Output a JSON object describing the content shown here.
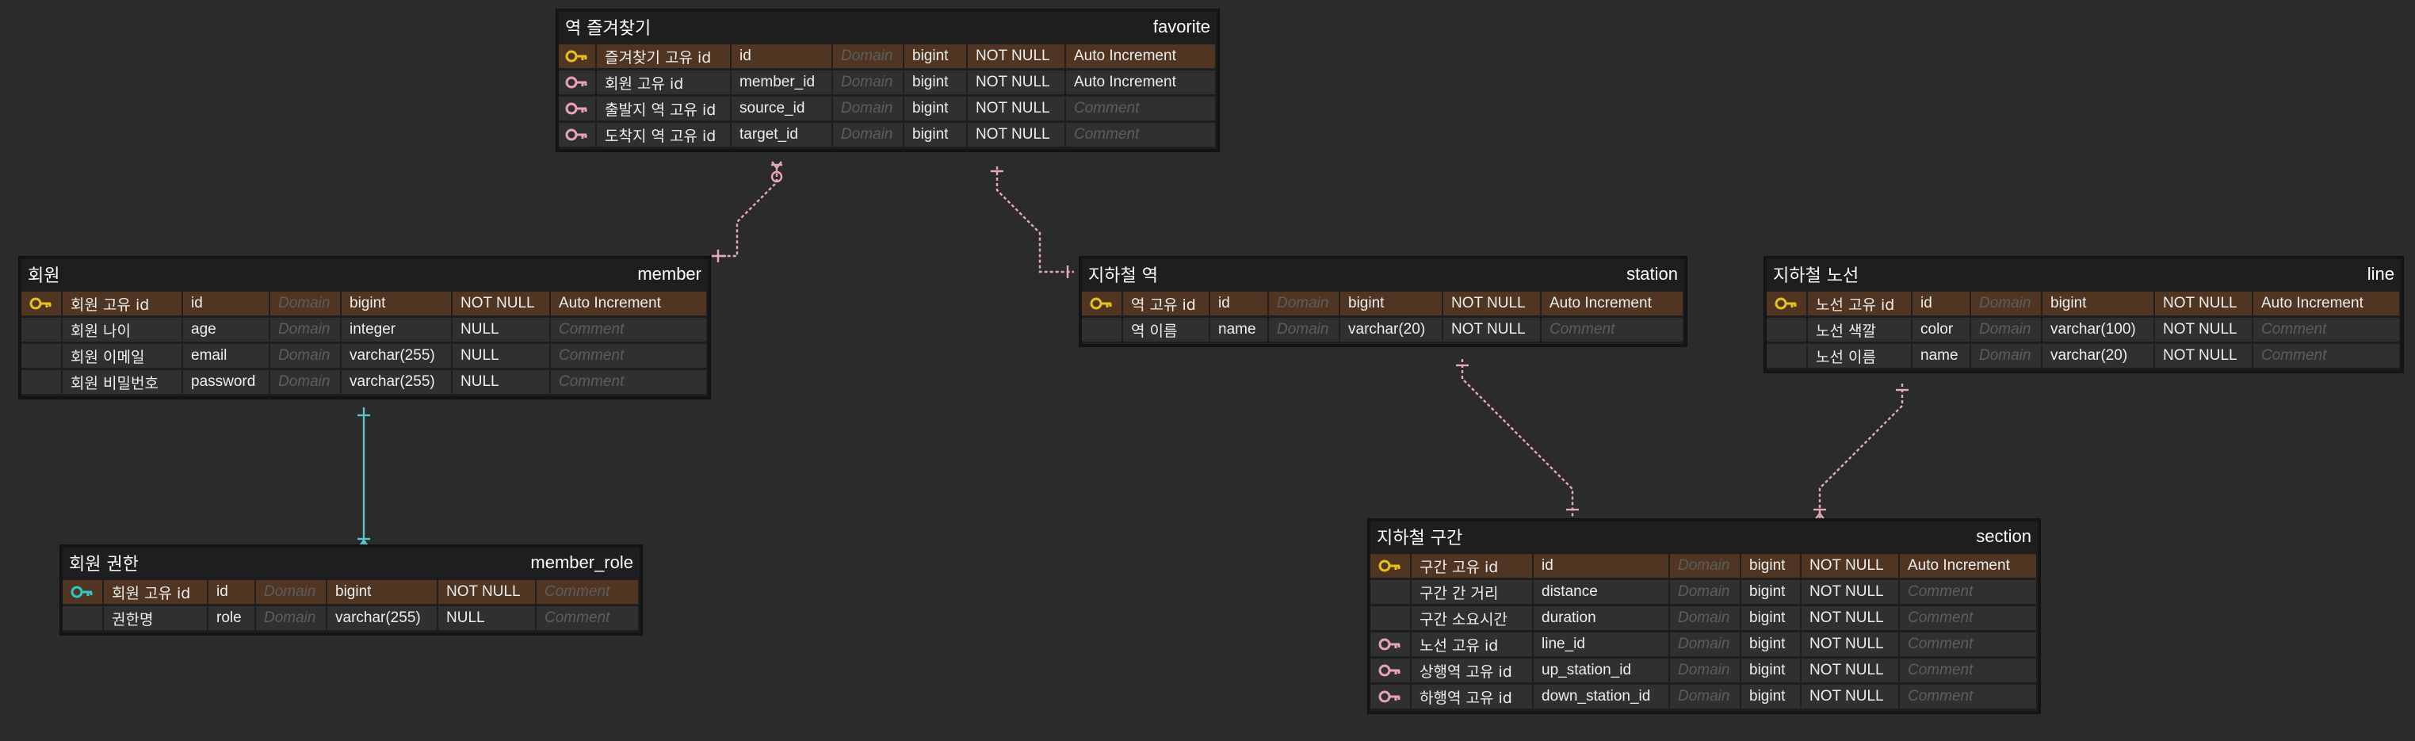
{
  "tables": {
    "favorite": {
      "logical": "역 즐겨찾기",
      "physical": "favorite",
      "columns": [
        {
          "key": "pk",
          "lname": "즐겨찾기 고유 id",
          "pname": "id",
          "domain": "Domain",
          "type": "bigint",
          "nn": "NOT NULL",
          "extra": "Auto Increment"
        },
        {
          "key": "fk",
          "lname": "회원 고유 id",
          "pname": "member_id",
          "domain": "Domain",
          "type": "bigint",
          "nn": "NOT NULL",
          "extra": "Auto Increment"
        },
        {
          "key": "fk",
          "lname": "출발지 역 고유 id",
          "pname": "source_id",
          "domain": "Domain",
          "type": "bigint",
          "nn": "NOT NULL",
          "extra": "Comment"
        },
        {
          "key": "fk",
          "lname": "도착지 역 고유 id",
          "pname": "target_id",
          "domain": "Domain",
          "type": "bigint",
          "nn": "NOT NULL",
          "extra": "Comment"
        }
      ]
    },
    "member": {
      "logical": "회원",
      "physical": "member",
      "columns": [
        {
          "key": "pk",
          "lname": "회원 고유 id",
          "pname": "id",
          "domain": "Domain",
          "type": "bigint",
          "nn": "NOT NULL",
          "extra": "Auto Increment"
        },
        {
          "key": "",
          "lname": "회원 나이",
          "pname": "age",
          "domain": "Domain",
          "type": "integer",
          "nn": "NULL",
          "extra": "Comment"
        },
        {
          "key": "",
          "lname": "회원 이메일",
          "pname": "email",
          "domain": "Domain",
          "type": "varchar(255)",
          "nn": "NULL",
          "extra": "Comment"
        },
        {
          "key": "",
          "lname": "회원 비밀번호",
          "pname": "password",
          "domain": "Domain",
          "type": "varchar(255)",
          "nn": "NULL",
          "extra": "Comment"
        }
      ]
    },
    "member_role": {
      "logical": "회원 권한",
      "physical": "member_role",
      "columns": [
        {
          "key": "pfk",
          "lname": "회원 고유 id",
          "pname": "id",
          "domain": "Domain",
          "type": "bigint",
          "nn": "NOT NULL",
          "extra": "Comment"
        },
        {
          "key": "",
          "lname": "권한명",
          "pname": "role",
          "domain": "Domain",
          "type": "varchar(255)",
          "nn": "NULL",
          "extra": "Comment"
        }
      ]
    },
    "station": {
      "logical": "지하철 역",
      "physical": "station",
      "columns": [
        {
          "key": "pk",
          "lname": "역 고유 id",
          "pname": "id",
          "domain": "Domain",
          "type": "bigint",
          "nn": "NOT NULL",
          "extra": "Auto Increment"
        },
        {
          "key": "",
          "lname": "역 이름",
          "pname": "name",
          "domain": "Domain",
          "type": "varchar(20)",
          "nn": "NOT NULL",
          "extra": "Comment"
        }
      ]
    },
    "line": {
      "logical": "지하철 노선",
      "physical": "line",
      "columns": [
        {
          "key": "pk",
          "lname": "노선 고유 id",
          "pname": "id",
          "domain": "Domain",
          "type": "bigint",
          "nn": "NOT NULL",
          "extra": "Auto Increment"
        },
        {
          "key": "",
          "lname": "노선 색깔",
          "pname": "color",
          "domain": "Domain",
          "type": "varchar(100)",
          "nn": "NOT NULL",
          "extra": "Comment"
        },
        {
          "key": "",
          "lname": "노선 이름",
          "pname": "name",
          "domain": "Domain",
          "type": "varchar(20)",
          "nn": "NOT NULL",
          "extra": "Comment"
        }
      ]
    },
    "section": {
      "logical": "지하철 구간",
      "physical": "section",
      "columns": [
        {
          "key": "pk",
          "lname": "구간 고유 id",
          "pname": "id",
          "domain": "Domain",
          "type": "bigint",
          "nn": "NOT NULL",
          "extra": "Auto Increment"
        },
        {
          "key": "",
          "lname": "구간 간 거리",
          "pname": "distance",
          "domain": "Domain",
          "type": "bigint",
          "nn": "NOT NULL",
          "extra": "Comment"
        },
        {
          "key": "",
          "lname": "구간 소요시간",
          "pname": "duration",
          "domain": "Domain",
          "type": "bigint",
          "nn": "NOT NULL",
          "extra": "Comment"
        },
        {
          "key": "fk",
          "lname": "노선 고유 id",
          "pname": "line_id",
          "domain": "Domain",
          "type": "bigint",
          "nn": "NOT NULL",
          "extra": "Comment"
        },
        {
          "key": "fk",
          "lname": "상행역 고유 id",
          "pname": "up_station_id",
          "domain": "Domain",
          "type": "bigint",
          "nn": "NOT NULL",
          "extra": "Comment"
        },
        {
          "key": "fk",
          "lname": "하행역 고유 id",
          "pname": "down_station_id",
          "domain": "Domain",
          "type": "bigint",
          "nn": "NOT NULL",
          "extra": "Comment"
        }
      ]
    }
  },
  "colors": {
    "pk_key": "#e8c21c",
    "fk_key": "#e6a4b4",
    "pfk_key": "#32c6c6",
    "relation": "#e7a9b6",
    "identifying_relation": "#5bc4c8",
    "pk_row": "#4f3522",
    "row": "#303030",
    "canvas": "#2b2b2b"
  }
}
